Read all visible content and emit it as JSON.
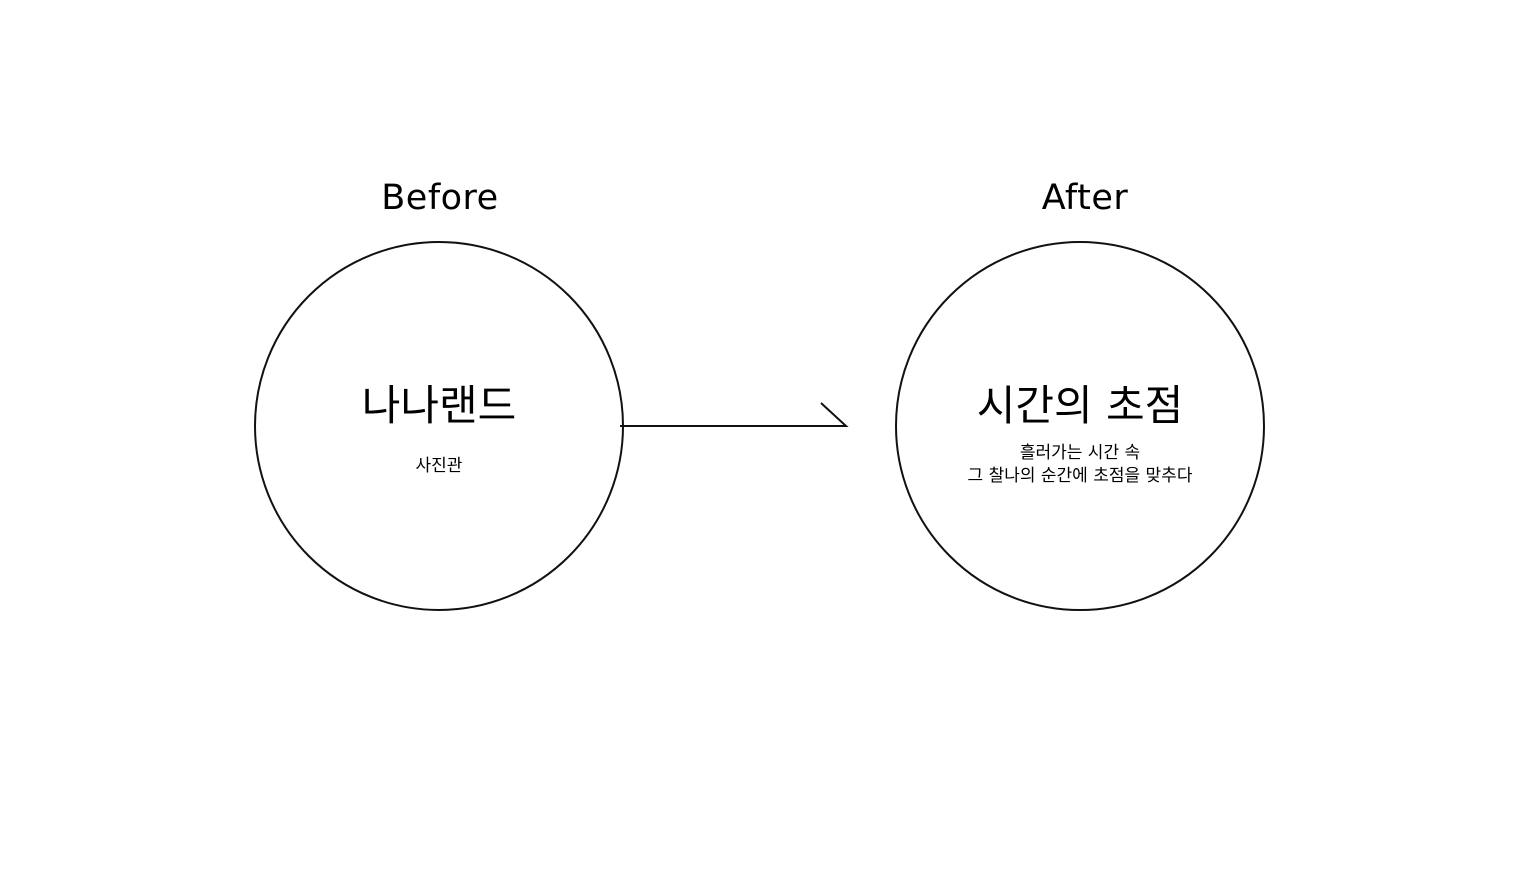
{
  "before": {
    "heading": "Before",
    "title": "나나랜드",
    "subtitle": "사진관"
  },
  "after": {
    "heading": "After",
    "title": "시간의 초점",
    "subtitle_line1": "흘러가는 시간 속",
    "subtitle_line2": "그 찰나의 순간에 초점을 맞추다"
  },
  "colors": {
    "stroke": "#111111",
    "background": "#ffffff"
  }
}
